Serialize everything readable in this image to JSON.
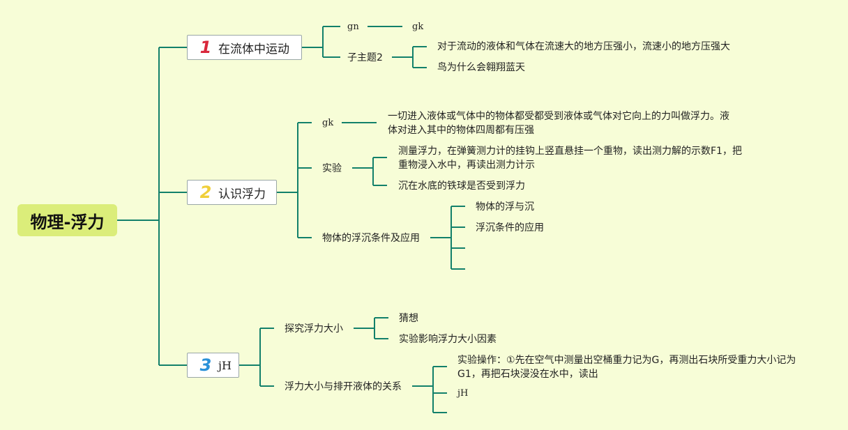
{
  "colors": {
    "background": "#f7fdd7",
    "root": "#dbed7a",
    "line": "#12806a",
    "badge1": "#d9283c",
    "badge2": "#f0cf3a",
    "badge3": "#2a91d8"
  },
  "root": {
    "title": "物理-浮力"
  },
  "branches": [
    {
      "badge": "1",
      "label": "在流体中运动",
      "children": [
        {
          "label": "gn",
          "children": [
            {
              "label": "gk"
            }
          ]
        },
        {
          "label": "子主题2",
          "children": [
            {
              "label": "对于流动的液体和气体在流速大的地方压强小，流速小的地方压强大"
            },
            {
              "label": "鸟为什么会翱翔蓝天"
            }
          ]
        }
      ]
    },
    {
      "badge": "2",
      "label": "认识浮力",
      "children": [
        {
          "label": "gk",
          "children": [
            {
              "line1": "一切进入液体或气体中的物体都受都受到液体或气体对它向上的力叫做浮力。液",
              "line2": "体对进入其中的物体四周都有压强"
            }
          ]
        },
        {
          "label": "实验",
          "children": [
            {
              "line1": "测量浮力，在弹簧测力计的挂钩上竖直悬挂一个重物，读出测力解的示数F1，把",
              "line2": "重物浸入水中，再读出测力计示"
            },
            {
              "label": "沉在水底的铁球是否受到浮力"
            }
          ]
        },
        {
          "label": "物体的浮沉条件及应用",
          "children": [
            {
              "label": "物体的浮与沉"
            },
            {
              "label": "浮沉条件的应用"
            },
            {
              "label": ""
            },
            {
              "label": ""
            }
          ]
        }
      ]
    },
    {
      "badge": "3",
      "label": "jH",
      "children": [
        {
          "label": "探究浮力大小",
          "children": [
            {
              "label": "猜想"
            },
            {
              "label": "实验影响浮力大小因素"
            }
          ]
        },
        {
          "label": "浮力大小与排开液体的关系",
          "children": [
            {
              "line1": "实验操作：①先在空气中测量出空桶重力记为G，再测出石块所受重力大小记为",
              "line2": "G1，再把石块浸没在水中，读出"
            },
            {
              "label": "jH"
            },
            {
              "label": ""
            }
          ]
        }
      ]
    }
  ]
}
